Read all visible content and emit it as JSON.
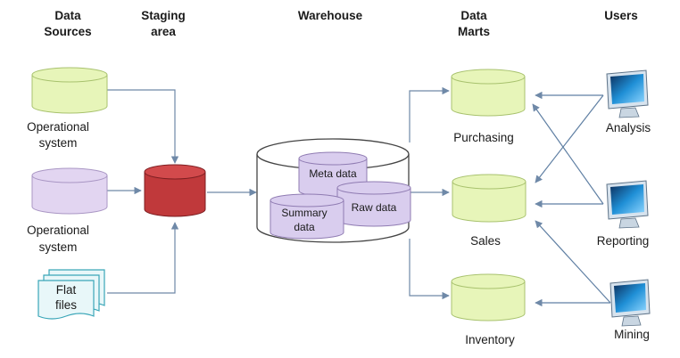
{
  "headers": {
    "data_sources": [
      "Data",
      "Sources"
    ],
    "staging": [
      "Staging",
      "area"
    ],
    "warehouse": "Warehouse",
    "data_marts": [
      "Data",
      "Marts"
    ],
    "users": "Users"
  },
  "sources": [
    {
      "label": [
        "Operational",
        "system"
      ],
      "color": "#e7f5b9"
    },
    {
      "label": [
        "Operational",
        "system"
      ],
      "color": "#e2d5f1"
    },
    {
      "label": [
        "Flat",
        "files"
      ],
      "color": "#e8f7f9"
    }
  ],
  "staging": {
    "color": "#c0393b"
  },
  "warehouse": {
    "stores": [
      "Meta data",
      "Raw data",
      "Summary",
      "data"
    ],
    "store_color": "#d9cdee"
  },
  "marts": [
    {
      "label": "Purchasing",
      "color": "#e7f5b9"
    },
    {
      "label": "Sales",
      "color": "#e7f5b9"
    },
    {
      "label": "Inventory",
      "color": "#e7f5b9"
    }
  ],
  "users": [
    {
      "label": "Analysis",
      "icon": "monitor-icon"
    },
    {
      "label": "Reporting",
      "icon": "monitor-icon"
    },
    {
      "label": "Mining",
      "icon": "monitor-icon"
    }
  ],
  "colors": {
    "connector": "#6f89a8",
    "screen": "#1f8fd6"
  }
}
